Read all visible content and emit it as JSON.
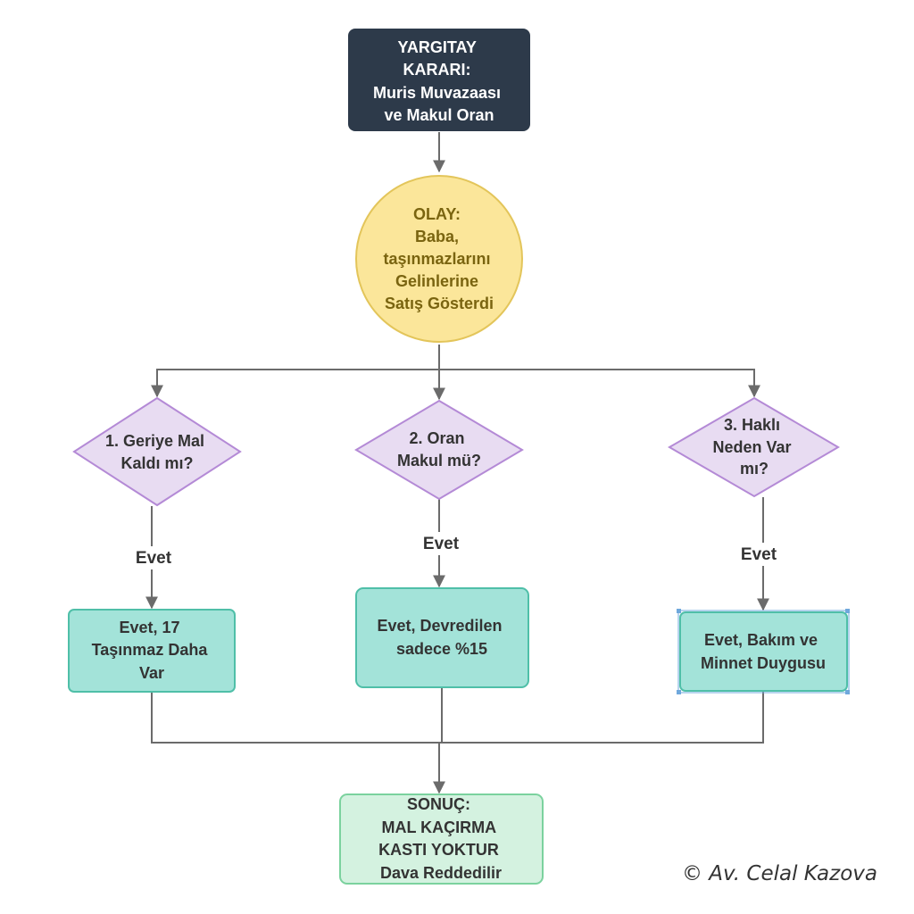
{
  "title_box": {
    "lines": [
      "YARGITAY",
      "KARARI:",
      "Muris Muvazaası",
      "ve Makul Oran"
    ]
  },
  "event": {
    "lines": [
      "OLAY:",
      "Baba,",
      "taşınmazlarını",
      "Gelinlerine",
      "Satış Gösterdi"
    ]
  },
  "questions": [
    {
      "lines": [
        "1. Geriye Mal",
        "Kaldı mı?"
      ]
    },
    {
      "lines": [
        "2. Oran",
        "Makul mü?"
      ]
    },
    {
      "lines": [
        "3. Haklı",
        "Neden Var",
        "mı?"
      ]
    }
  ],
  "edge_labels": [
    "Evet",
    "Evet",
    "Evet"
  ],
  "answers": [
    {
      "lines": [
        "Evet, 17",
        "Taşınmaz Daha",
        "Var"
      ]
    },
    {
      "lines": [
        "Evet, Devredilen",
        "sadece %15"
      ]
    },
    {
      "lines": [
        "Evet, Bakım ve",
        "Minnet Duygusu"
      ]
    }
  ],
  "result": {
    "lines": [
      "SONUÇ:",
      "MAL KAÇIRMA",
      "KASTI YOKTUR",
      "Dava Reddedilir"
    ]
  },
  "copyright": "© Av. Celal Kazova",
  "colors": {
    "title_fill": "#2d3a4a",
    "title_text": "#ffffff",
    "event_fill": "#fbe69a",
    "event_stroke": "#e3c55a",
    "event_text": "#7a6410",
    "question_fill": "#e8dcf2",
    "question_stroke": "#b48ad6",
    "question_text": "#333333",
    "answer_fill": "#a3e3d9",
    "answer_stroke": "#4fbfa8",
    "answer_text": "#333333",
    "result_fill": "#d4f2e0",
    "result_stroke": "#7bd29e",
    "result_text": "#333333",
    "edge": "#6b6b6b"
  }
}
